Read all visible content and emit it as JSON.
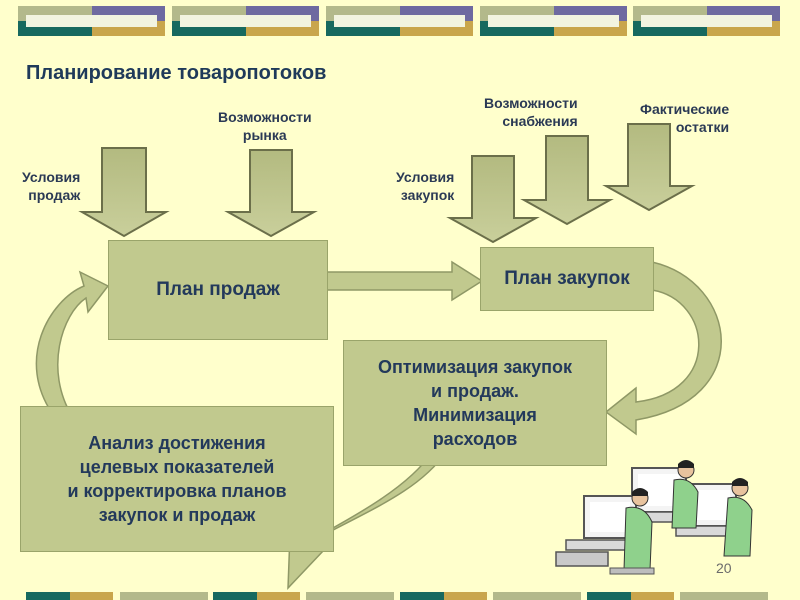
{
  "title": "Планирование товаропотоков",
  "labels": {
    "sales_conditions": "Условия\nпродаж",
    "market_opportunities": "Возможности\nрынка",
    "purchase_conditions": "Условия\nзакупок",
    "supply_opportunities": "Возможности\nснабжения",
    "actual_stock": "Фактические\nостатки"
  },
  "boxes": {
    "sales_plan": "План продаж",
    "purchase_plan": "План закупок",
    "optimization": "Оптимизация закупок\nи продаж.\nМинимизация\nрасходов",
    "analysis": "Анализ  достижения\nцелевых показателей\nи корректировка планов\nзакупок и продаж"
  },
  "page_number": "20",
  "colors": {
    "background": "#ffffcc",
    "box_fill": "#c1c98e",
    "text": "#23395b",
    "header_teal": "#17695f",
    "header_purple": "#6e6aa0",
    "header_sand": "#c9a64c",
    "header_olive": "#b3b98b"
  }
}
